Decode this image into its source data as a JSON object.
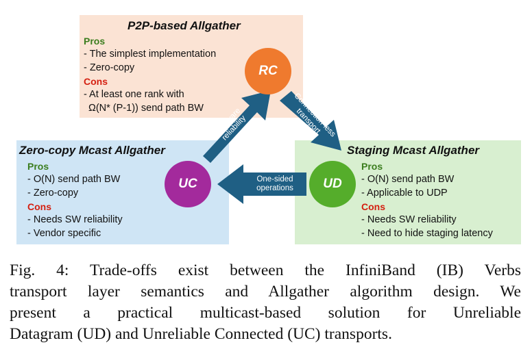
{
  "p2p": {
    "title": "P2P-based Allgather",
    "pros_label": "Pros",
    "pros": [
      "- The simplest implementation",
      "- Zero-copy"
    ],
    "cons_label": "Cons",
    "cons": [
      "- At least one rank with",
      "Ω(N* (P-1)) send path BW"
    ]
  },
  "zero_copy": {
    "title": "Zero-copy Mcast Allgather",
    "pros_label": "Pros",
    "pros": [
      "- O(N) send path BW",
      "- Zero-copy"
    ],
    "cons_label": "Cons",
    "cons": [
      "- Needs SW reliability",
      "- Vendor specific"
    ]
  },
  "staging": {
    "title": "Staging Mcast Allgather",
    "pros_label": "Pros",
    "pros": [
      "- O(N) send path BW",
      "- Applicable to UDP"
    ],
    "cons_label": "Cons",
    "cons": [
      "- Needs SW reliability",
      "- Need to hide staging latency"
    ]
  },
  "nodes": {
    "rc": "RC",
    "uc": "UC",
    "ud": "UD"
  },
  "arrows": {
    "hardware_reliability": [
      "Hardware",
      "reliability"
    ],
    "connection_less": [
      "Connection-less",
      "transport"
    ],
    "one_sided": [
      "One-sided",
      "operations"
    ]
  },
  "colors": {
    "p2p_bg": "#fbe3d4",
    "zero_copy_bg": "#cfe5f5",
    "staging_bg": "#d8efd0",
    "rc": "#ef7a2e",
    "uc": "#a32a9c",
    "ud": "#55ad2b",
    "arrow": "#1f5f84",
    "pros": "#3b7d1e",
    "cons": "#d41f10"
  },
  "caption": {
    "lines": [
      "Fig. 4: Trade-offs exist between the InfiniBand (IB) Verbs",
      "transport layer semantics and Allgather algorithm design. We",
      "present a practical multicast-based solution for Unreliable",
      "Datagram (UD) and Unreliable Connected (UC) transports."
    ]
  }
}
